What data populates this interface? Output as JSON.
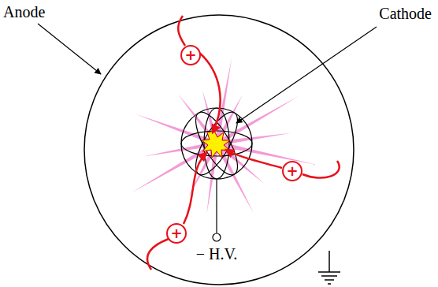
{
  "diagram": {
    "nodes": [
      {
        "text": [
          "+"
        ]
      },
      {
        "text": [
          "+"
        ]
      },
      {
        "text": [
          "+"
        ]
      }
    ],
    "labels": [
      "Anode",
      "Cathode",
      "− H.V."
    ]
  }
}
